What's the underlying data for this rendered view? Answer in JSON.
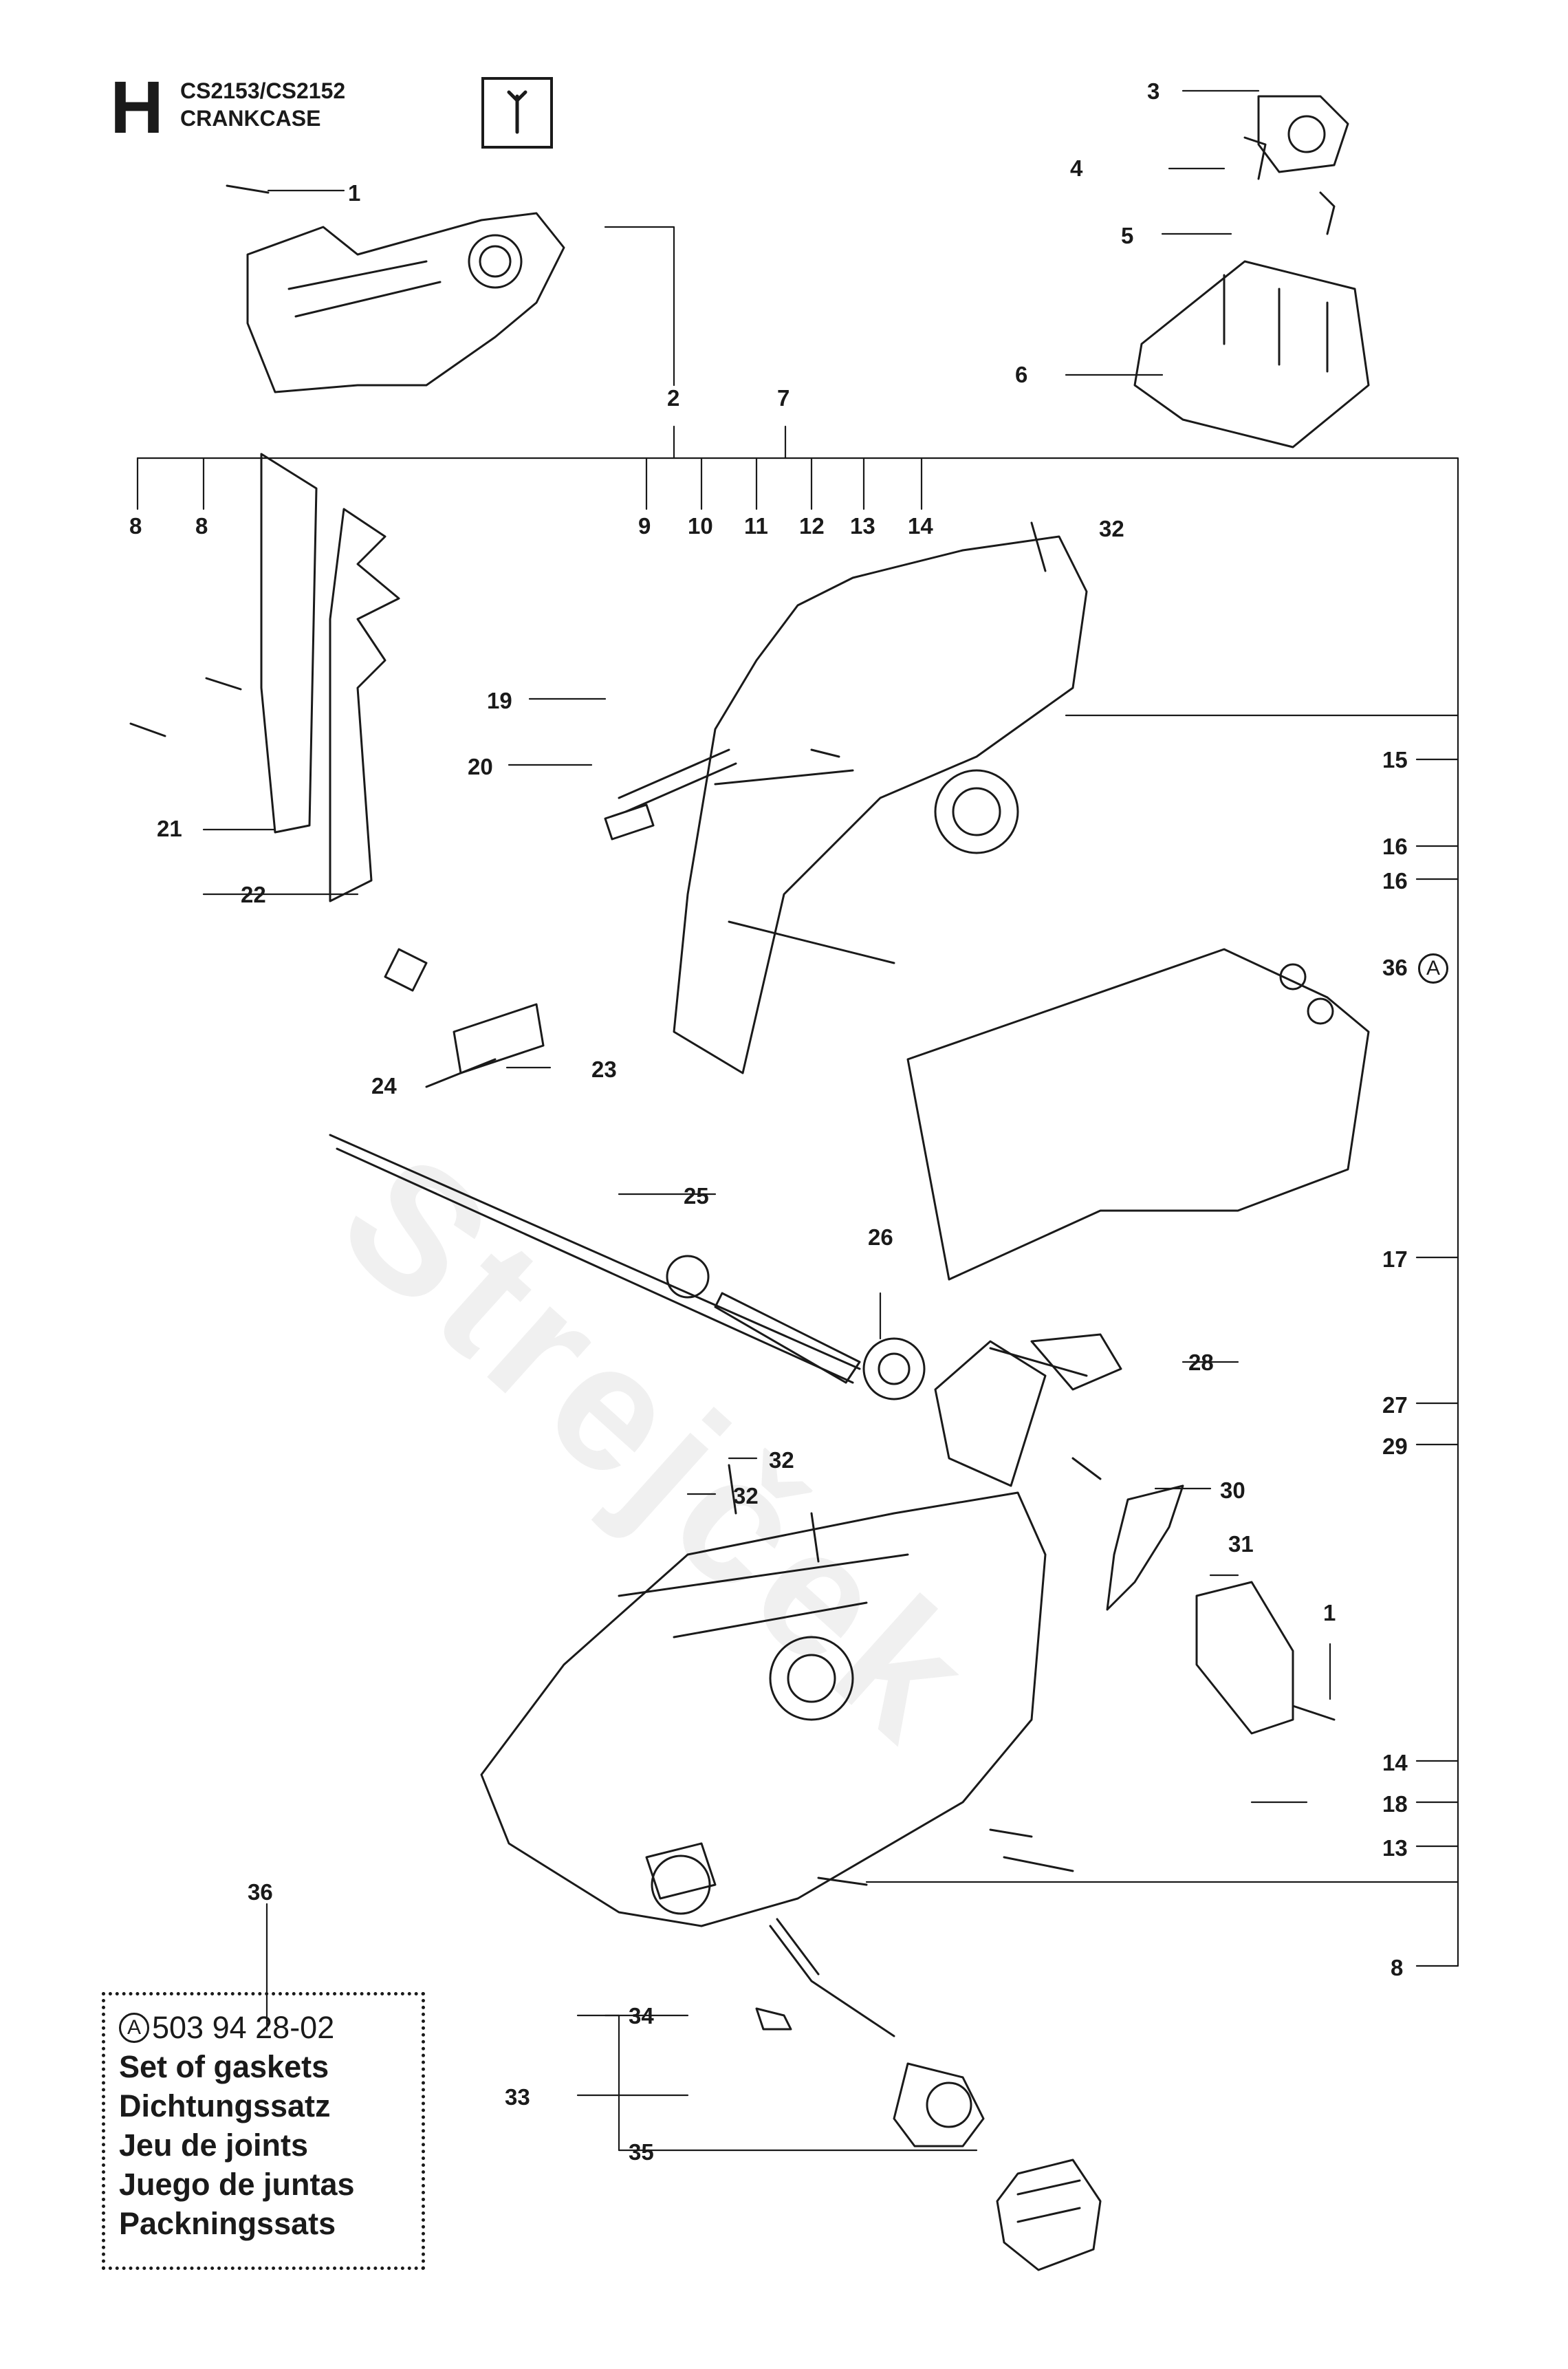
{
  "header": {
    "section_letter": "H",
    "model": "CS2153/CS2152",
    "group": "CRANKCASE",
    "tool_icon": "wrench-icon"
  },
  "callouts": [
    {
      "id": "c1a",
      "text": "1"
    },
    {
      "id": "c2",
      "text": "2"
    },
    {
      "id": "c3",
      "text": "3"
    },
    {
      "id": "c4",
      "text": "4"
    },
    {
      "id": "c5",
      "text": "5"
    },
    {
      "id": "c6",
      "text": "6"
    },
    {
      "id": "c7",
      "text": "7"
    },
    {
      "id": "c8a",
      "text": "8"
    },
    {
      "id": "c8b",
      "text": "8"
    },
    {
      "id": "c9",
      "text": "9"
    },
    {
      "id": "c10",
      "text": "10"
    },
    {
      "id": "c11",
      "text": "11"
    },
    {
      "id": "c12",
      "text": "12"
    },
    {
      "id": "c13a",
      "text": "13"
    },
    {
      "id": "c14a",
      "text": "14"
    },
    {
      "id": "c32a",
      "text": "32"
    },
    {
      "id": "c15",
      "text": "15"
    },
    {
      "id": "c16a",
      "text": "16"
    },
    {
      "id": "c16b",
      "text": "16"
    },
    {
      "id": "c36a",
      "text": "36"
    },
    {
      "id": "c19",
      "text": "19"
    },
    {
      "id": "c20",
      "text": "20"
    },
    {
      "id": "c21",
      "text": "21"
    },
    {
      "id": "c22",
      "text": "22"
    },
    {
      "id": "c23",
      "text": "23"
    },
    {
      "id": "c24",
      "text": "24"
    },
    {
      "id": "c25",
      "text": "25"
    },
    {
      "id": "c26",
      "text": "26"
    },
    {
      "id": "c17",
      "text": "17"
    },
    {
      "id": "c28",
      "text": "28"
    },
    {
      "id": "c27",
      "text": "27"
    },
    {
      "id": "c29",
      "text": "29"
    },
    {
      "id": "c32b",
      "text": "32"
    },
    {
      "id": "c32c",
      "text": "32"
    },
    {
      "id": "c30",
      "text": "30"
    },
    {
      "id": "c31",
      "text": "31"
    },
    {
      "id": "c1b",
      "text": "1"
    },
    {
      "id": "c14b",
      "text": "14"
    },
    {
      "id": "c18",
      "text": "18"
    },
    {
      "id": "c13b",
      "text": "13"
    },
    {
      "id": "c8c",
      "text": "8"
    },
    {
      "id": "c36b",
      "text": "36"
    },
    {
      "id": "c34",
      "text": "34"
    },
    {
      "id": "c33",
      "text": "33"
    },
    {
      "id": "c35",
      "text": "35"
    }
  ],
  "gasket_kit": {
    "marker": "A",
    "part_number": "503 94 28-02",
    "names": [
      "Set of gaskets",
      "Dichtungssatz",
      "Jeu de joints",
      "Juego de juntas",
      "Packningssats"
    ]
  },
  "watermark": "Strejček"
}
